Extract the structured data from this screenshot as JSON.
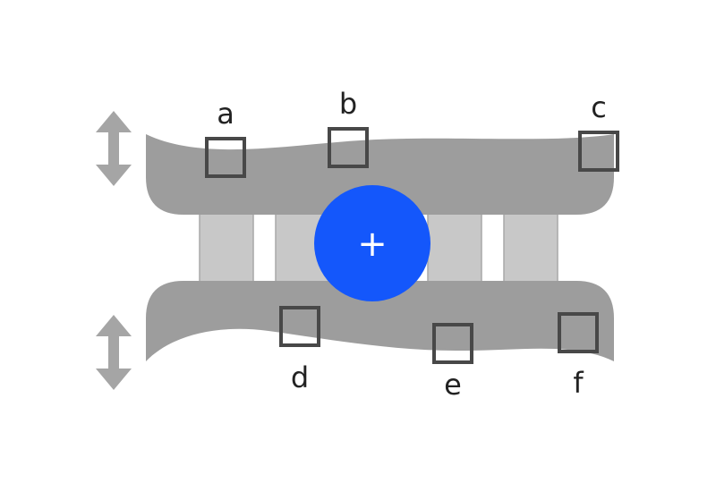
{
  "colors": {
    "background": "#ffffff",
    "plate": "#9d9d9d",
    "pillar_fill": "#c8c8c8",
    "pillar_edge": "#a8a8a8",
    "arrow": "#a5a5a5",
    "marker": "#484848",
    "circle": "#1457fb",
    "label": "#222222"
  },
  "icons": {
    "resize_arrow": "double-vertical-arrow-icon",
    "center_button": "plus-icon"
  },
  "center_button": {
    "symbol": "+"
  },
  "markers": {
    "top": [
      {
        "label": "a"
      },
      {
        "label": "b"
      },
      {
        "label": "c"
      }
    ],
    "bottom": [
      {
        "label": "d"
      },
      {
        "label": "e"
      },
      {
        "label": "f"
      }
    ]
  }
}
